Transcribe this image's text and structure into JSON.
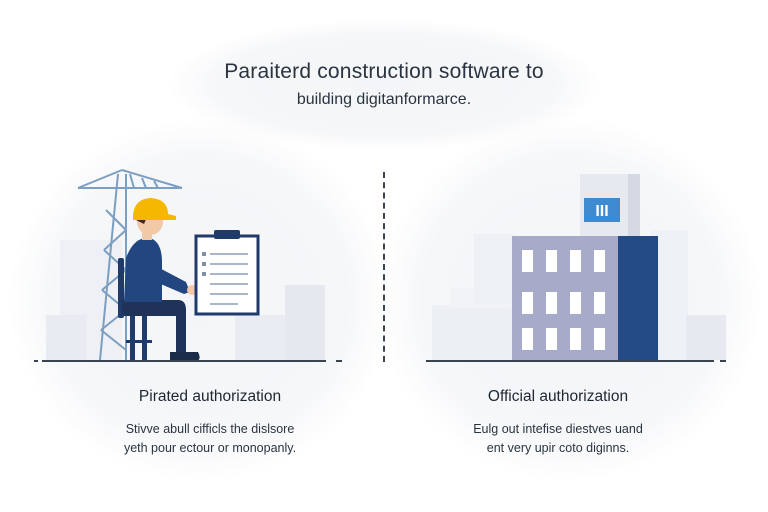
{
  "header": {
    "line1": "Paraiterd construction software to",
    "line2": "building digitanformarce."
  },
  "left_panel": {
    "title": "Pirated authorization",
    "desc_line1": "Stivve abull cifficls the dislsore",
    "desc_line2": "yeth pour ectour or monopanly."
  },
  "right_panel": {
    "title": "Official authorization",
    "desc_line1": "Eulg out intefise diestves uand",
    "desc_line2": "ent very upir coto diginns.",
    "sign_text": "III"
  },
  "colors": {
    "hardhat": "#f5b700",
    "navy": "#1f3a6b",
    "building_gray": "#a7abc9",
    "building_blue": "#234a84",
    "crane": "#7c9ec0",
    "ground": "#3a4450"
  }
}
